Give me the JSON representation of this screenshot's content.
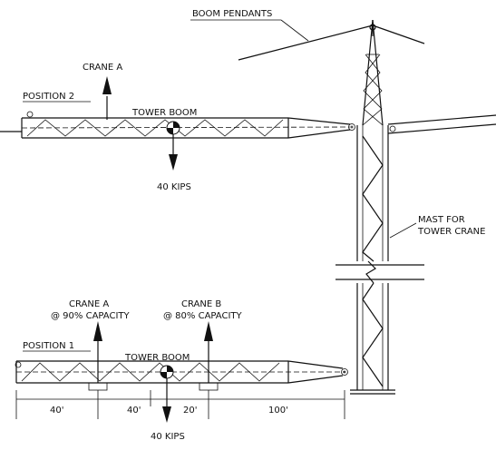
{
  "labels": {
    "boom_pendants": "BOOM PENDANTS",
    "crane_a_top": "CRANE A",
    "position_2": "POSITION 2",
    "tower_boom_top": "TOWER BOOM",
    "load_top": "40 KIPS",
    "mast_line1": "MAST FOR",
    "mast_line2": "TOWER CRANE",
    "crane_a_bottom": "CRANE A",
    "crane_a_capacity": "@ 90% CAPACITY",
    "crane_b": "CRANE B",
    "crane_b_capacity": "@ 80% CAPACITY",
    "position_1": "POSITION 1",
    "tower_boom_bottom": "TOWER BOOM",
    "load_bottom": "40 KIPS"
  },
  "dimensions": [
    "40'",
    "40'",
    "20'",
    "100'"
  ]
}
